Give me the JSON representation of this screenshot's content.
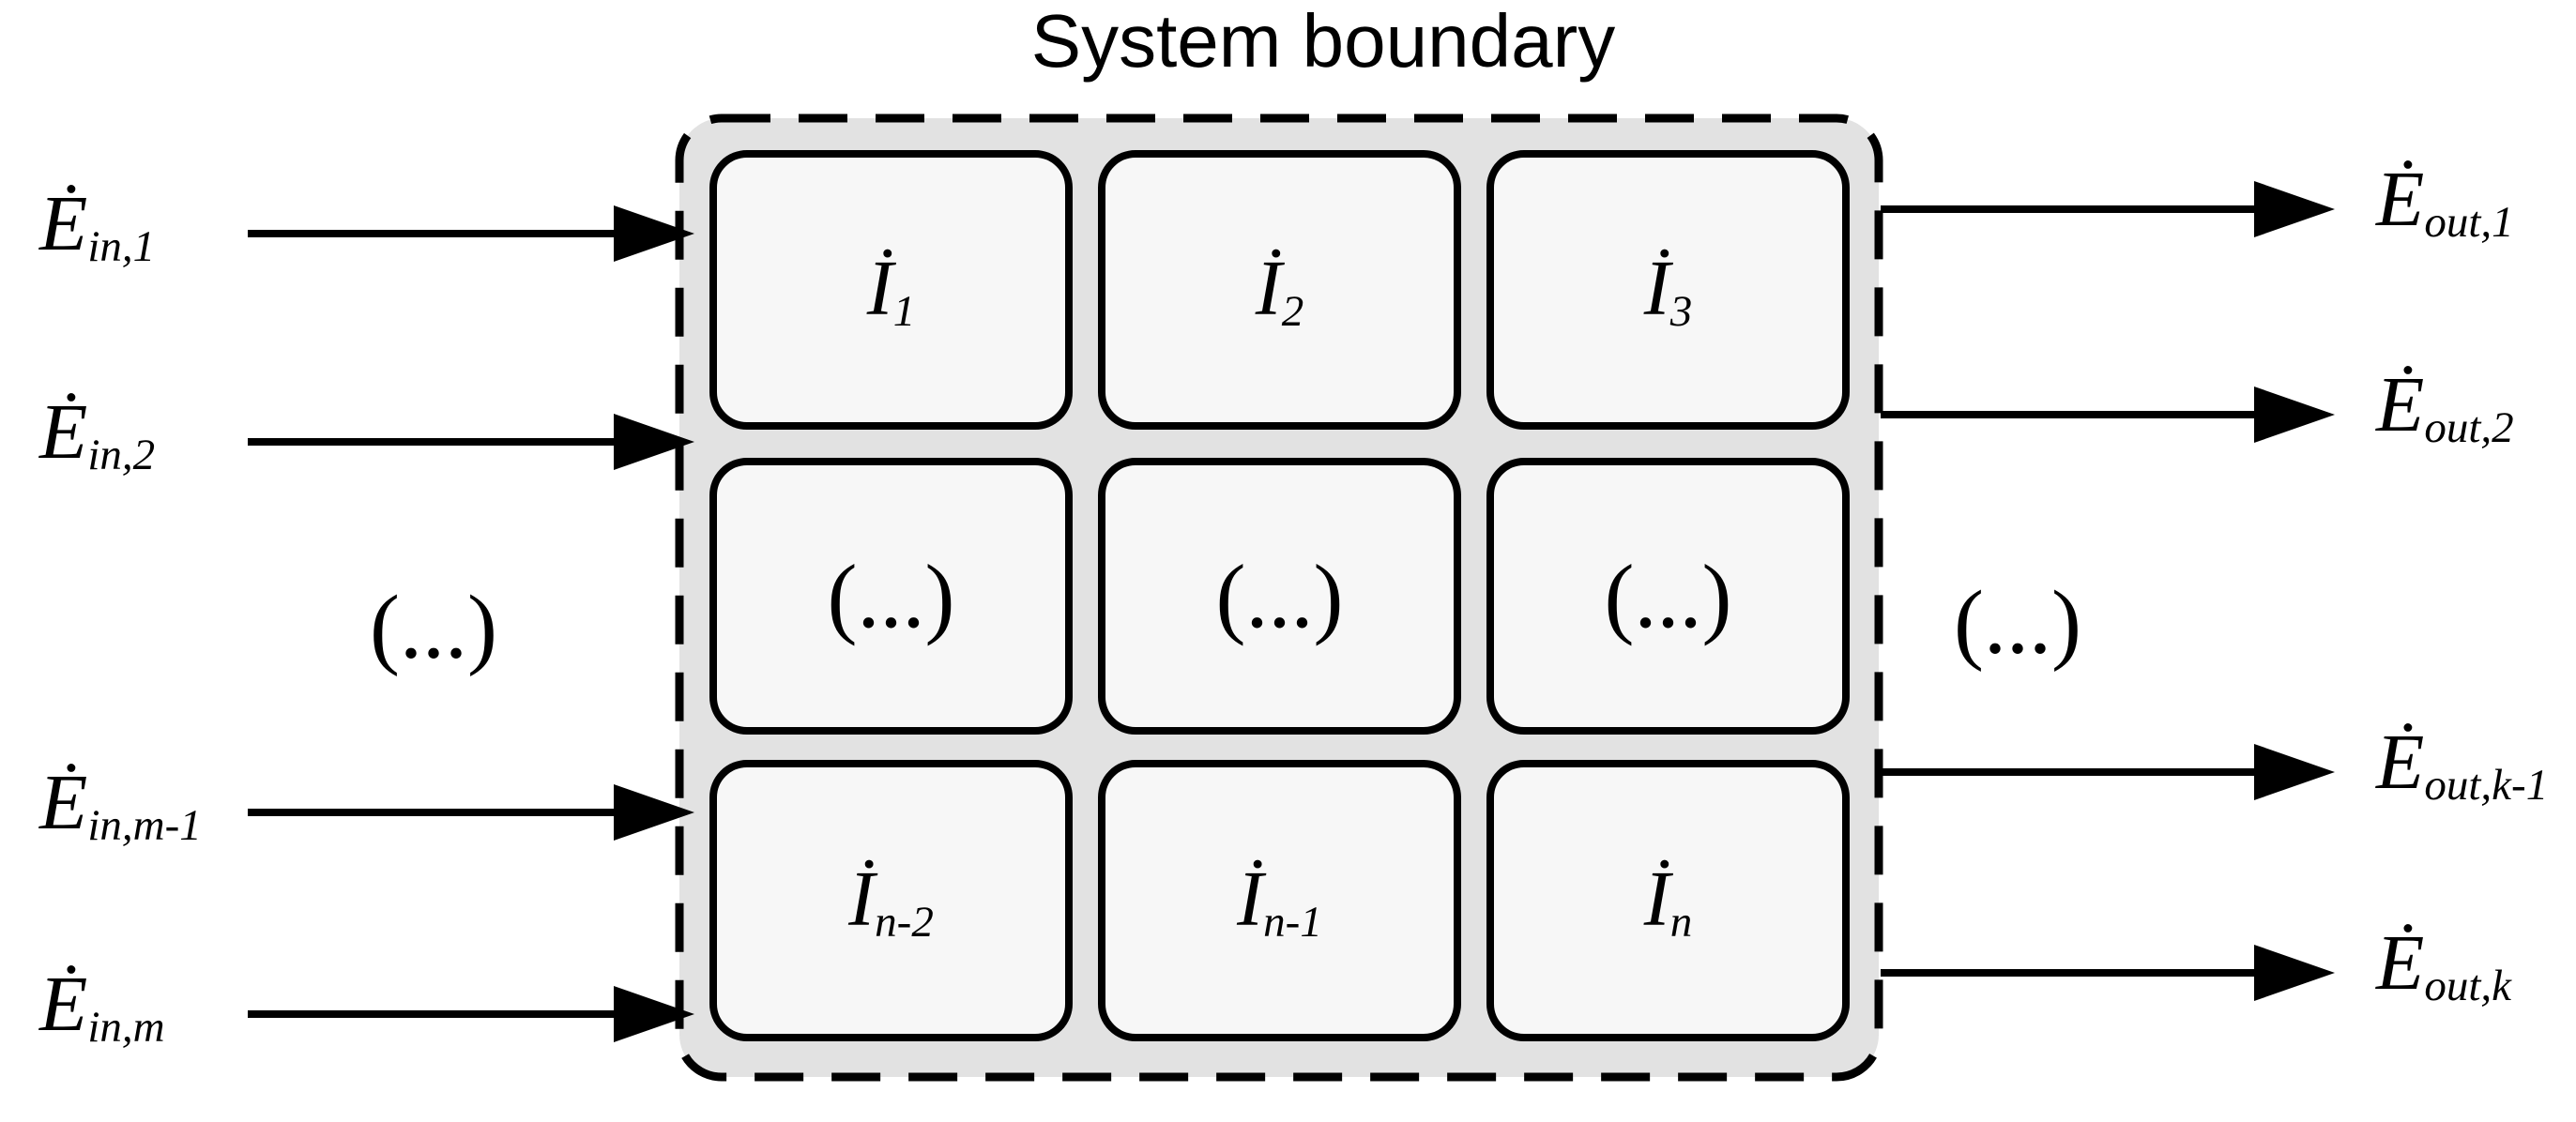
{
  "title": "System boundary",
  "palette": {
    "background": "#ffffff",
    "boundary_fill": "#e2e2e2",
    "unit_fill": "#f7f7f7",
    "stroke": "#000000"
  },
  "inputs": [
    {
      "base": "Ė",
      "sub": "in,1"
    },
    {
      "base": "Ė",
      "sub": "in,2"
    },
    {
      "base": "(...)",
      "sub": ""
    },
    {
      "base": "Ė",
      "sub": "in,m-1"
    },
    {
      "base": "Ė",
      "sub": "in,m"
    }
  ],
  "outputs": [
    {
      "base": "Ė",
      "sub": "out,1"
    },
    {
      "base": "Ė",
      "sub": "out,2"
    },
    {
      "base": "(...)",
      "sub": ""
    },
    {
      "base": "Ė",
      "sub": "out,k-1"
    },
    {
      "base": "Ė",
      "sub": "out,k"
    }
  ],
  "units": [
    {
      "base": "İ",
      "sub": "1"
    },
    {
      "base": "İ",
      "sub": "2"
    },
    {
      "base": "İ",
      "sub": "3"
    },
    {
      "base": "(...)",
      "sub": ""
    },
    {
      "base": "(...)",
      "sub": ""
    },
    {
      "base": "(...)",
      "sub": ""
    },
    {
      "base": "İ",
      "sub": "n-2"
    },
    {
      "base": "İ",
      "sub": "n-1"
    },
    {
      "base": "İ",
      "sub": "n"
    }
  ]
}
